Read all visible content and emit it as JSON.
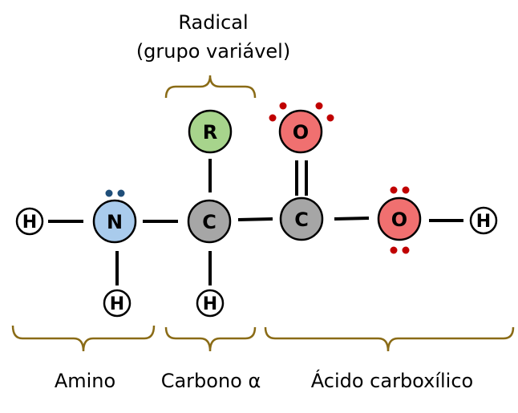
{
  "labels": {
    "radical_line1": "Radical",
    "radical_line2": "(grupo variável)",
    "amino": "Amino",
    "carbono": "Carbono α",
    "acido": "Ácido carboxílico"
  },
  "atoms": {
    "h_left": "H",
    "n": "N",
    "h_below_n": "H",
    "c_alpha": "C",
    "r": "R",
    "h_below_c": "H",
    "c_carboxyl": "C",
    "o_double": "O",
    "o_hydroxyl": "O",
    "h_right": "H"
  },
  "colors": {
    "nitrogen": "#a9cbec",
    "carbon": "#a6a6a6",
    "radical": "#a7d48c",
    "oxygen": "#f07070",
    "hydrogen": "#ffffff",
    "bracket": "#8a6b16",
    "lone_pair_n": "#1f4e79",
    "lone_pair_o": "#c00000"
  }
}
